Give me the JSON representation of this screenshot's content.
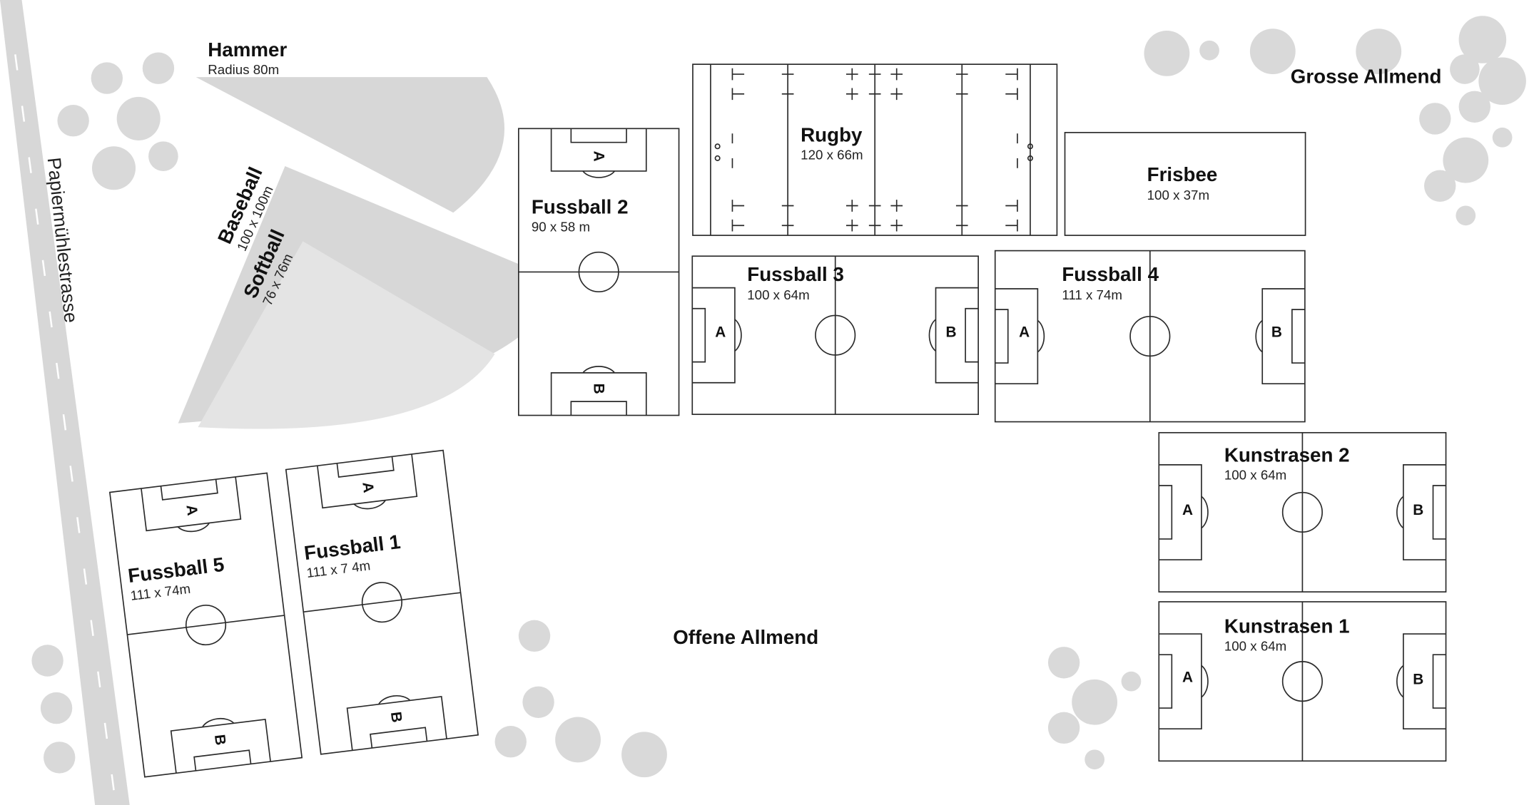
{
  "road": {
    "name": "Papiermühlestrasse"
  },
  "areas": {
    "grosse": "Grosse Allmend",
    "offene": "Offene Allmend"
  },
  "hammer": {
    "title": "Hammer",
    "size": "Radius 80m"
  },
  "baseball": {
    "title": "Baseball",
    "size": "100 x 100m"
  },
  "softball": {
    "title": "Softball",
    "size": "76 x 76m"
  },
  "rugby": {
    "title": "Rugby",
    "size": "120 x 66m"
  },
  "frisbee": {
    "title": "Frisbee",
    "size": "100 x  37m"
  },
  "fussball1": {
    "title": "Fussball 1",
    "size": "111 x 7 4m"
  },
  "fussball2": {
    "title": "Fussball 2",
    "size": "90 x 58  m"
  },
  "fussball3": {
    "title": "Fussball 3",
    "size": "100 x 64m"
  },
  "fussball4": {
    "title": "Fussball 4",
    "size": "111 x 74m"
  },
  "fussball5": {
    "title": "Fussball 5",
    "size": "111 x 74m"
  },
  "kunstrasen1": {
    "title": "Kunstrasen 1",
    "size": "100 x 64m"
  },
  "kunstrasen2": {
    "title": "Kunstrasen 2",
    "size": "100 x 64m"
  },
  "goals": {
    "a": "A",
    "b": "B"
  },
  "colors": {
    "zone": "#d7d7d7",
    "zone_light": "#e4e4e4",
    "tree": "#d9d9d9",
    "line": "#2a2a2a"
  }
}
